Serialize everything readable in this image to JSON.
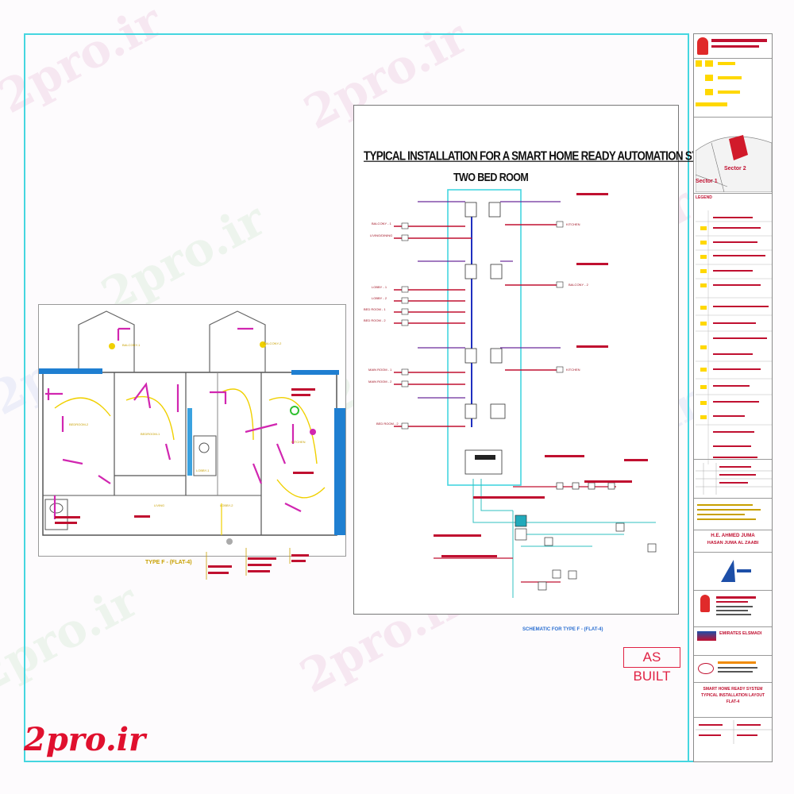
{
  "watermark": {
    "text": "2pro.ir",
    "logo_text": "2pro.ir"
  },
  "schematic": {
    "title": "TYPICAL INSTALLATION FOR A SMART HOME READY AUTOMATION SYSTEM",
    "subtitle": "TWO BED ROOM",
    "caption": "SCHEMATIC FOR TYPE F - (FLAT-4)",
    "rooms_left": [
      "BALCONY - 1",
      "LIVING/DINING",
      "LOBBY - 1",
      "LOBBY - 2",
      "BED ROOM - 1",
      "BED ROOM - 2",
      "MAIN ROOM - 1",
      "MAIN ROOM - 2",
      "BED ROOM - 2"
    ],
    "rooms_right": [
      "KITCHEN",
      "BALCONY - 2",
      "KITCHEN"
    ]
  },
  "floor_plan": {
    "caption": "TYPE F - (FLAT-4)",
    "rooms": [
      "BALCONY-1",
      "BALCONY-2",
      "BEDROOM-2",
      "BEDROOM-1",
      "LOBBY-1",
      "LOBBY-2",
      "KITCHEN",
      "LIVING"
    ]
  },
  "stamp": {
    "as_built": "AS BUILT"
  },
  "title_block": {
    "legend_label": "LEGEND",
    "sector_1": "Sector 1",
    "sector_2": "Sector 2",
    "client_line_1": "H.E. AHMED JUMA",
    "client_line_2": "HASAN JUMA AL ZAABI",
    "contractor": "EMIRATES ELSMADI",
    "drawing_title_1": "SMART HOME READY SYSTEM",
    "drawing_title_2": "TYPICAL INSTALLATION LAYOUT",
    "drawing_title_3": "FLAT-4"
  },
  "colors": {
    "frame": "#45d6e0",
    "accent_red": "#e02244",
    "highlight_yellow": "#ffd800",
    "wire_magenta": "#d126b0"
  }
}
